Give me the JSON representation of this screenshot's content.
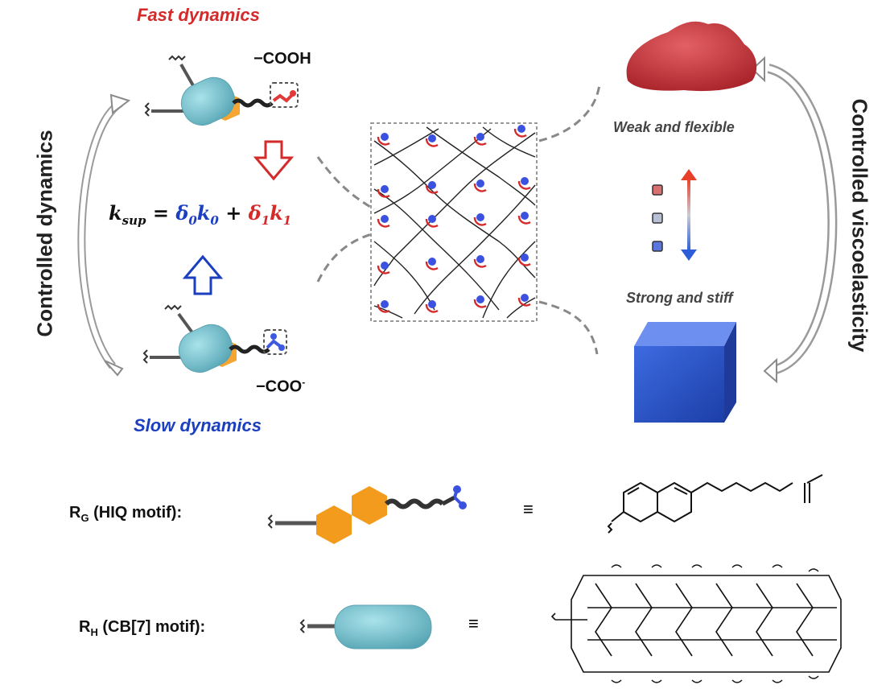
{
  "labels": {
    "fast": "Fast dynamics",
    "slow": "Slow dynamics",
    "cooh": "−COOH",
    "coo": "−COO",
    "coo_sup": "-",
    "left_side": "Controlled dynamics",
    "right_side": "Controlled viscoelasticity",
    "weak": "Weak and flexible",
    "strong": "Strong and stiff"
  },
  "formula": {
    "k": "k",
    "k_sub": "sup",
    "eq": " = ",
    "d0": "δ",
    "d0_sub": "0",
    "k0": "k",
    "k0_sub": "0",
    "plus": " + ",
    "d1": "δ",
    "d1_sub": "1",
    "k1": "k",
    "k1_sub": "1"
  },
  "legend": {
    "rg_main": "R",
    "rg_sub": "G",
    "rg_rest": " (HIQ motif):",
    "rh_main": "R",
    "rh_sub": "H",
    "rh_rest": " (CB[7] motif):",
    "equiv": "≡"
  },
  "colors": {
    "red": "#d42a2a",
    "blue": "#1b3fbf",
    "orange": "#f39b1c",
    "cyan": "#6fc2cf",
    "gel_red": "#c8363c",
    "cube_blue": "#2a55c8"
  }
}
